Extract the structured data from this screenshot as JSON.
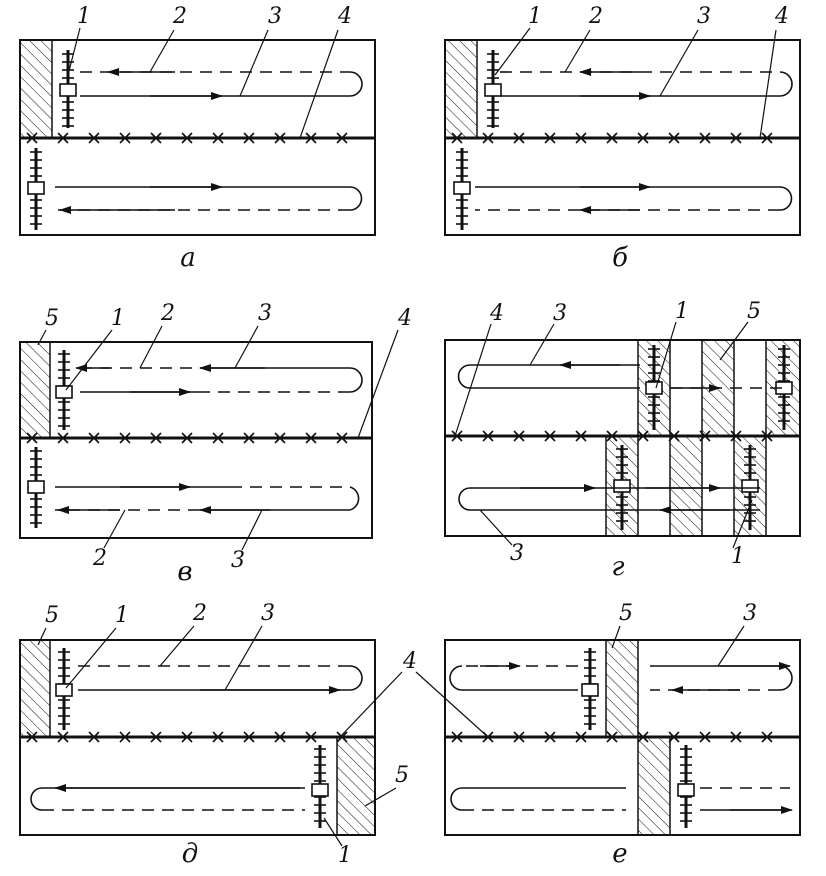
{
  "panels": [
    {
      "id": "a",
      "caption": "а",
      "callouts": [
        "1",
        "2",
        "3",
        "4"
      ]
    },
    {
      "id": "b",
      "caption": "б",
      "callouts": [
        "1",
        "2",
        "3",
        "4"
      ]
    },
    {
      "id": "v",
      "caption": "в",
      "callouts": [
        "5",
        "1",
        "2",
        "3",
        "4",
        "2",
        "3"
      ]
    },
    {
      "id": "g",
      "caption": "г",
      "callouts": [
        "4",
        "3",
        "1",
        "5",
        "3",
        "1"
      ]
    },
    {
      "id": "d",
      "caption": "д",
      "callouts": [
        "5",
        "1",
        "2",
        "3",
        "5",
        "1"
      ]
    },
    {
      "id": "e",
      "caption": "е",
      "callouts": [
        "5",
        "3"
      ]
    }
  ],
  "shared_callout": "4",
  "colors": {
    "ink": "#111111",
    "background": "#ffffff"
  }
}
